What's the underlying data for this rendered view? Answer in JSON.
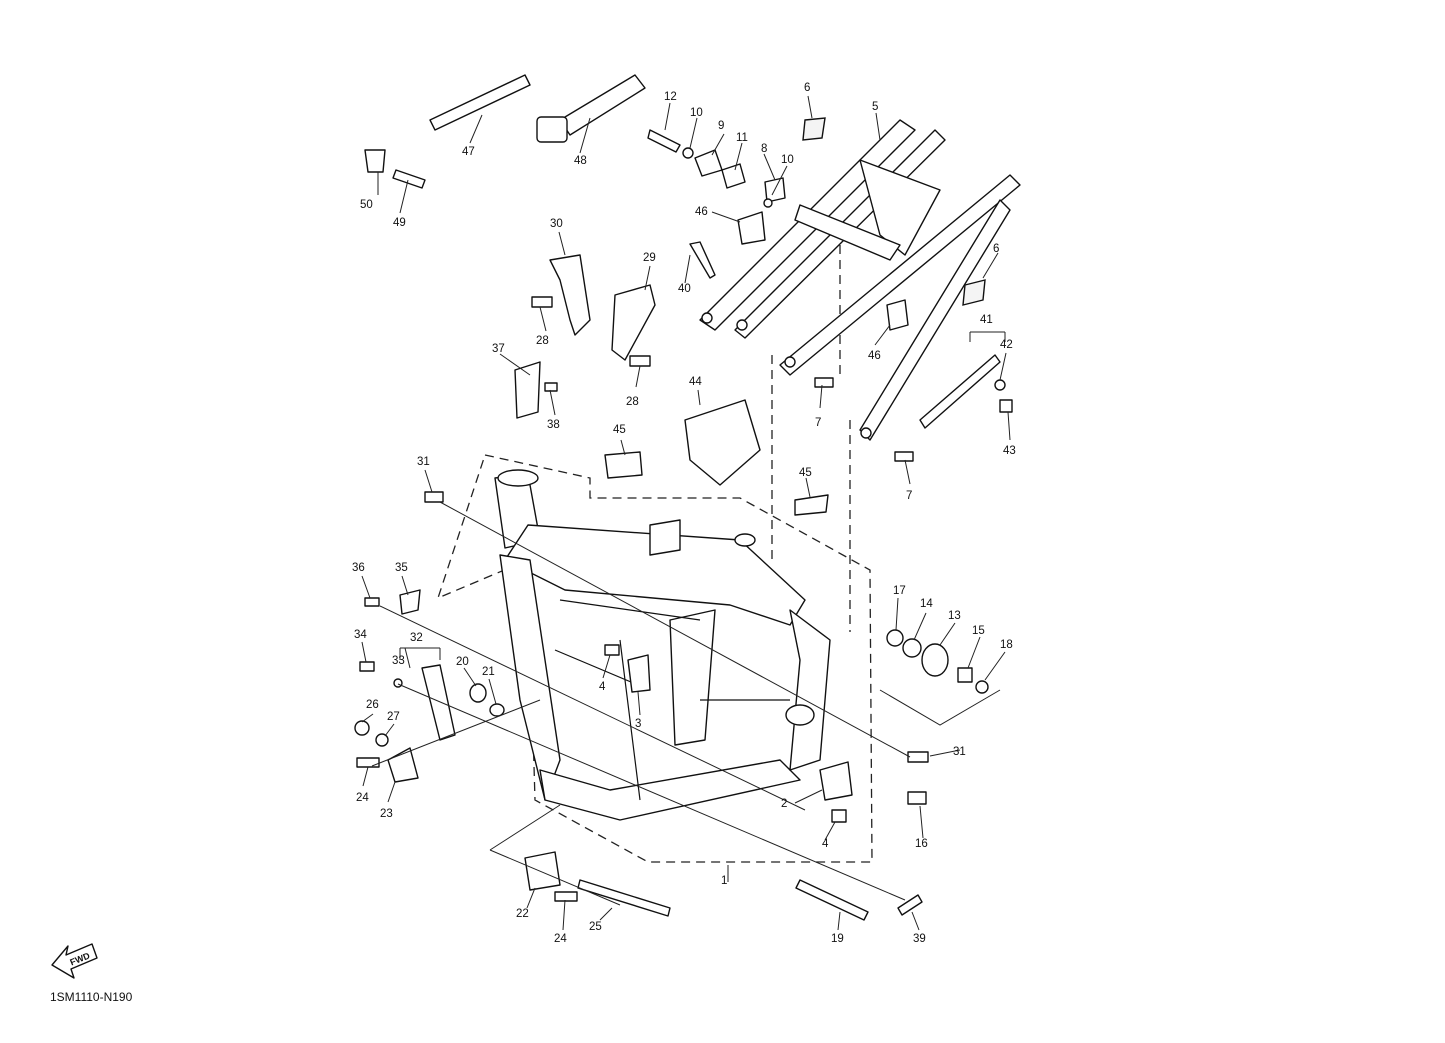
{
  "diagram": {
    "code": "1SM1110-N190",
    "fwd_label": "FWD",
    "callouts": [
      "1",
      "2",
      "3",
      "4",
      "4",
      "5",
      "6",
      "6",
      "7",
      "7",
      "8",
      "9",
      "10",
      "10",
      "11",
      "12",
      "13",
      "14",
      "15",
      "16",
      "17",
      "18",
      "19",
      "20",
      "21",
      "22",
      "23",
      "24",
      "24",
      "25",
      "26",
      "27",
      "28",
      "28",
      "29",
      "30",
      "31",
      "31",
      "32",
      "33",
      "34",
      "35",
      "36",
      "37",
      "38",
      "39",
      "40",
      "41",
      "42",
      "43",
      "44",
      "45",
      "45",
      "46",
      "46",
      "47",
      "48",
      "49",
      "50"
    ]
  }
}
